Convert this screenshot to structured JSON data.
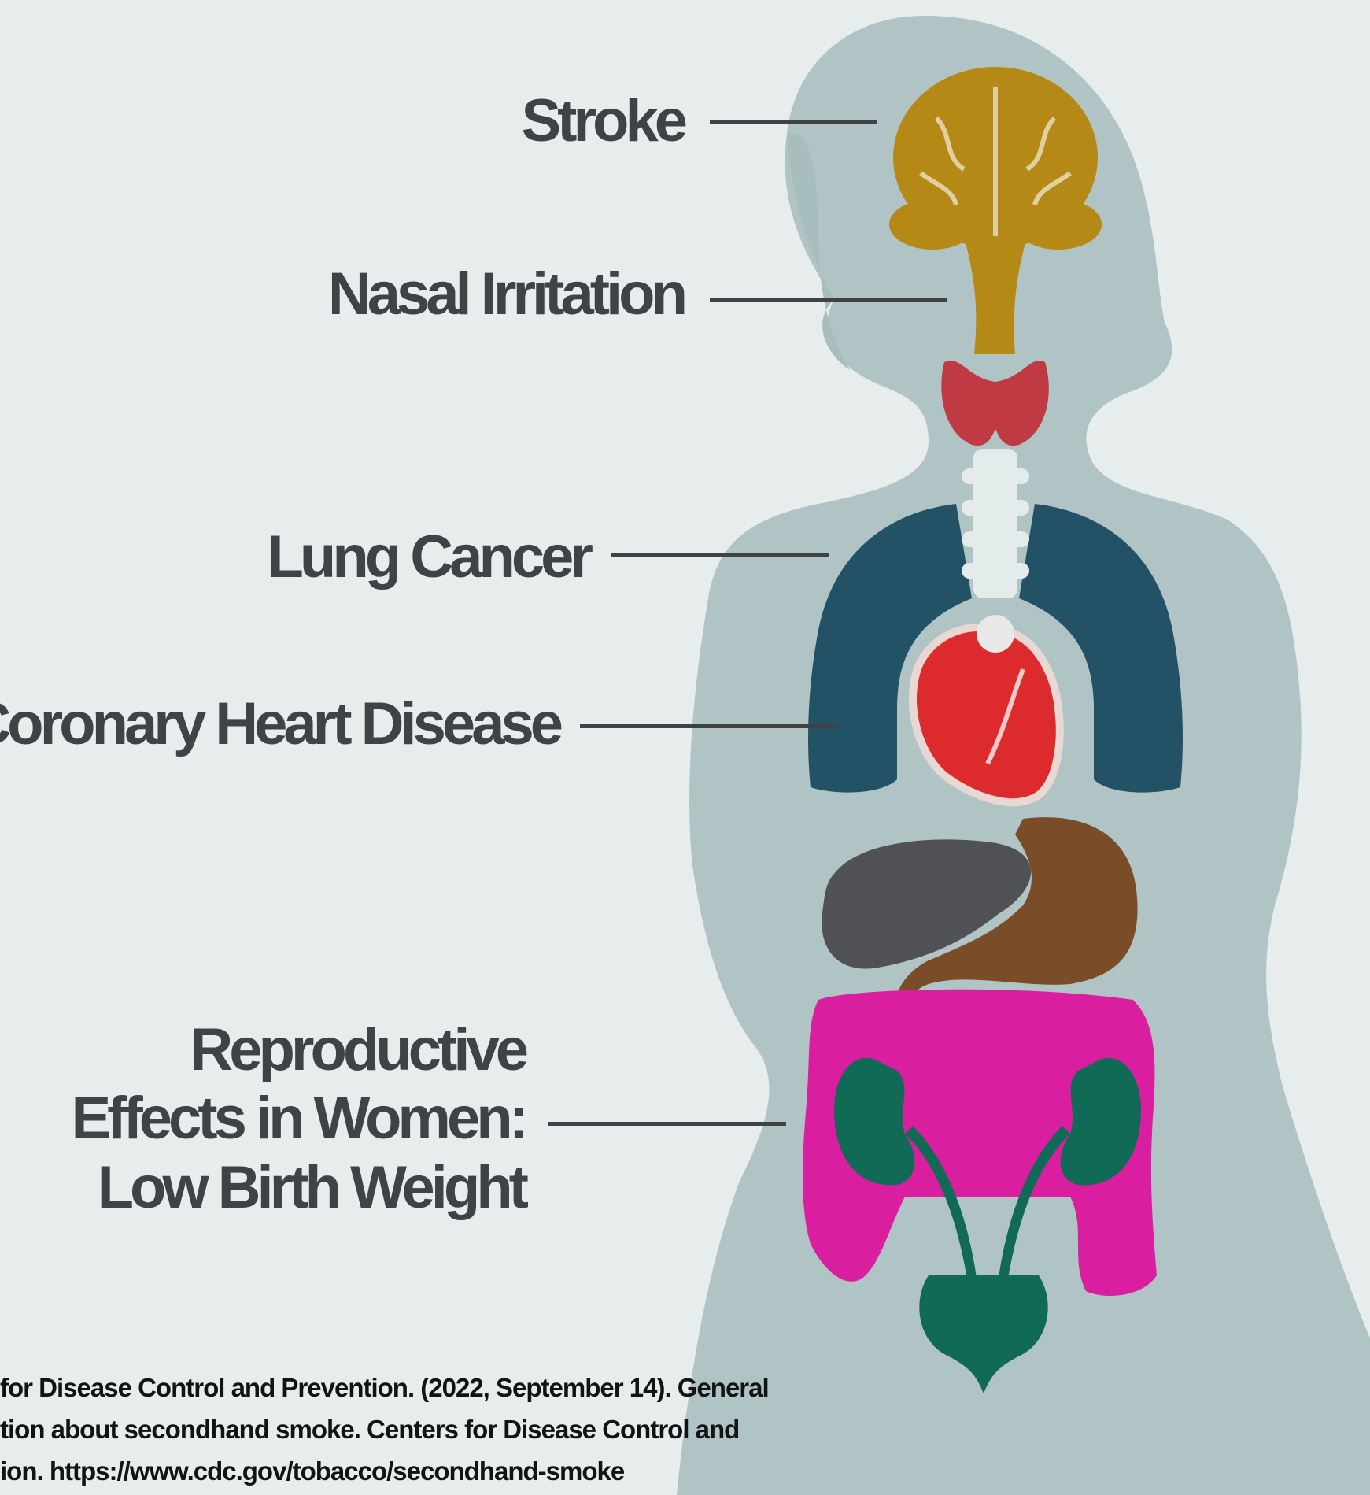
{
  "labels": {
    "stroke": "Stroke",
    "nasal": "Nasal Irritation",
    "lung": "Lung Cancer",
    "heart": "Coronary Heart Disease",
    "repro_line1": "Reproductive",
    "repro_line2": "Effects in Women:",
    "repro_line3": "Low Birth Weight"
  },
  "citation": {
    "line1": "for Disease Control and Prevention. (2022, September 14). General",
    "line2": "tion about secondhand smoke. Centers for Disease Control and",
    "line3": "ion. https://www.cdc.gov/tobacco/secondhand-smoke"
  },
  "colors": {
    "background": "#e7ecec",
    "silhouette": "#b1c4c5",
    "brain": "#b48916",
    "thyroid": "#c03a43",
    "trachea": "#e4eceb",
    "lungs": "#235266",
    "heart": "#dd2a2c",
    "liver": "#4f5154",
    "stomach": "#7a4c28",
    "intestine": "#d91fa0",
    "kidneys": "#106a56",
    "label_text": "#3f4346"
  }
}
